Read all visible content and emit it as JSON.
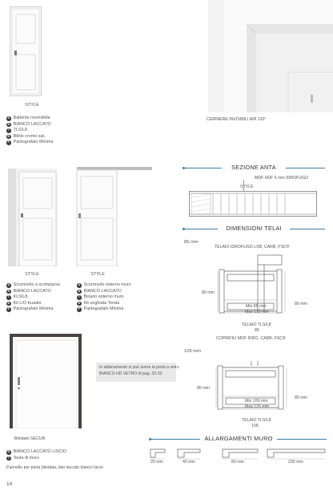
{
  "page_number": "14",
  "door_style": {
    "caption": "STYLE",
    "features": [
      {
        "badge": "A",
        "text": "Battente reversibile"
      },
      {
        "badge": "B",
        "text": "BIANCO LACCATO"
      },
      {
        "badge": "T",
        "text": "TLS/L8"
      },
      {
        "badge": "N",
        "text": "Biblio cromo sat."
      },
      {
        "badge": "P",
        "text": "Pantografato Minima"
      }
    ]
  },
  "hinge_photo": {
    "caption": "CERNIERE INVISIBILI AIR 120°"
  },
  "pocket_door": {
    "caption": "STYLE",
    "features": [
      {
        "badge": "A",
        "text": "Scorrevole a scomparsa"
      },
      {
        "badge": "B",
        "text": "BIANCO LACCATO"
      },
      {
        "badge": "T",
        "text": "KLS/L8"
      },
      {
        "badge": "N",
        "text": "Kit L/O Kuader"
      },
      {
        "badge": "P",
        "text": "Pantografato Minima"
      }
    ]
  },
  "sliding_door": {
    "caption": "STYLE",
    "features": [
      {
        "badge": "A",
        "text": "Scorrevole esterno muro"
      },
      {
        "badge": "B",
        "text": "BIANCO LACCATO"
      },
      {
        "badge": "T",
        "text": "Binario esterno muro"
      },
      {
        "badge": "N",
        "text": "Kit unghiata Tonda"
      },
      {
        "badge": "P",
        "text": "Pantografato Minima"
      }
    ]
  },
  "security_door": {
    "caption": "Blindato SECUR",
    "features": [
      {
        "badge": "B",
        "text": "BIANCO LACCATO LISCIO"
      },
      {
        "badge": "T",
        "text": "Testa di moro"
      }
    ],
    "note": "Pannello per porta blindata, lato laccato bianco liscio"
  },
  "note_box": {
    "line1": "In abbinamento si può avere la porta a vetro",
    "line2": "BIANCO HD VETRO di pag. 32-33"
  },
  "sezione_anta": {
    "title": "SEZIONE ANTA",
    "label_mdf": "MDF HDF 5 mm IDROFUGO",
    "label_style": "STYLE"
  },
  "dimensioni_telai": {
    "title": "DIMENSIONI TELAI",
    "frame85": {
      "size": "85 mm",
      "top_label": "TELAIO IDROFUGO LSB, CARB, FSC®",
      "side_left": "80 mm",
      "side_right": "80 mm",
      "min": "Min 85 mm",
      "max": "Max 110 mm",
      "telaio": "TELAIO TLS/L8",
      "telaio_num": "85",
      "bottom_label": "COPRIFILI MDF IDRO, CARB, FSC®"
    },
    "frame105": {
      "size": "105 mm",
      "side_left": "80 mm",
      "side_right": "80 mm",
      "min": "Min 100 mm",
      "max": "Max 125 mm",
      "telaio": "TELAIO TLS/L8",
      "telaio_num": "105"
    }
  },
  "allargamenti": {
    "title": "ALLARGAMENTI MURO",
    "items": [
      "20 mm",
      "40 mm",
      "80 mm",
      "230 mm"
    ]
  }
}
